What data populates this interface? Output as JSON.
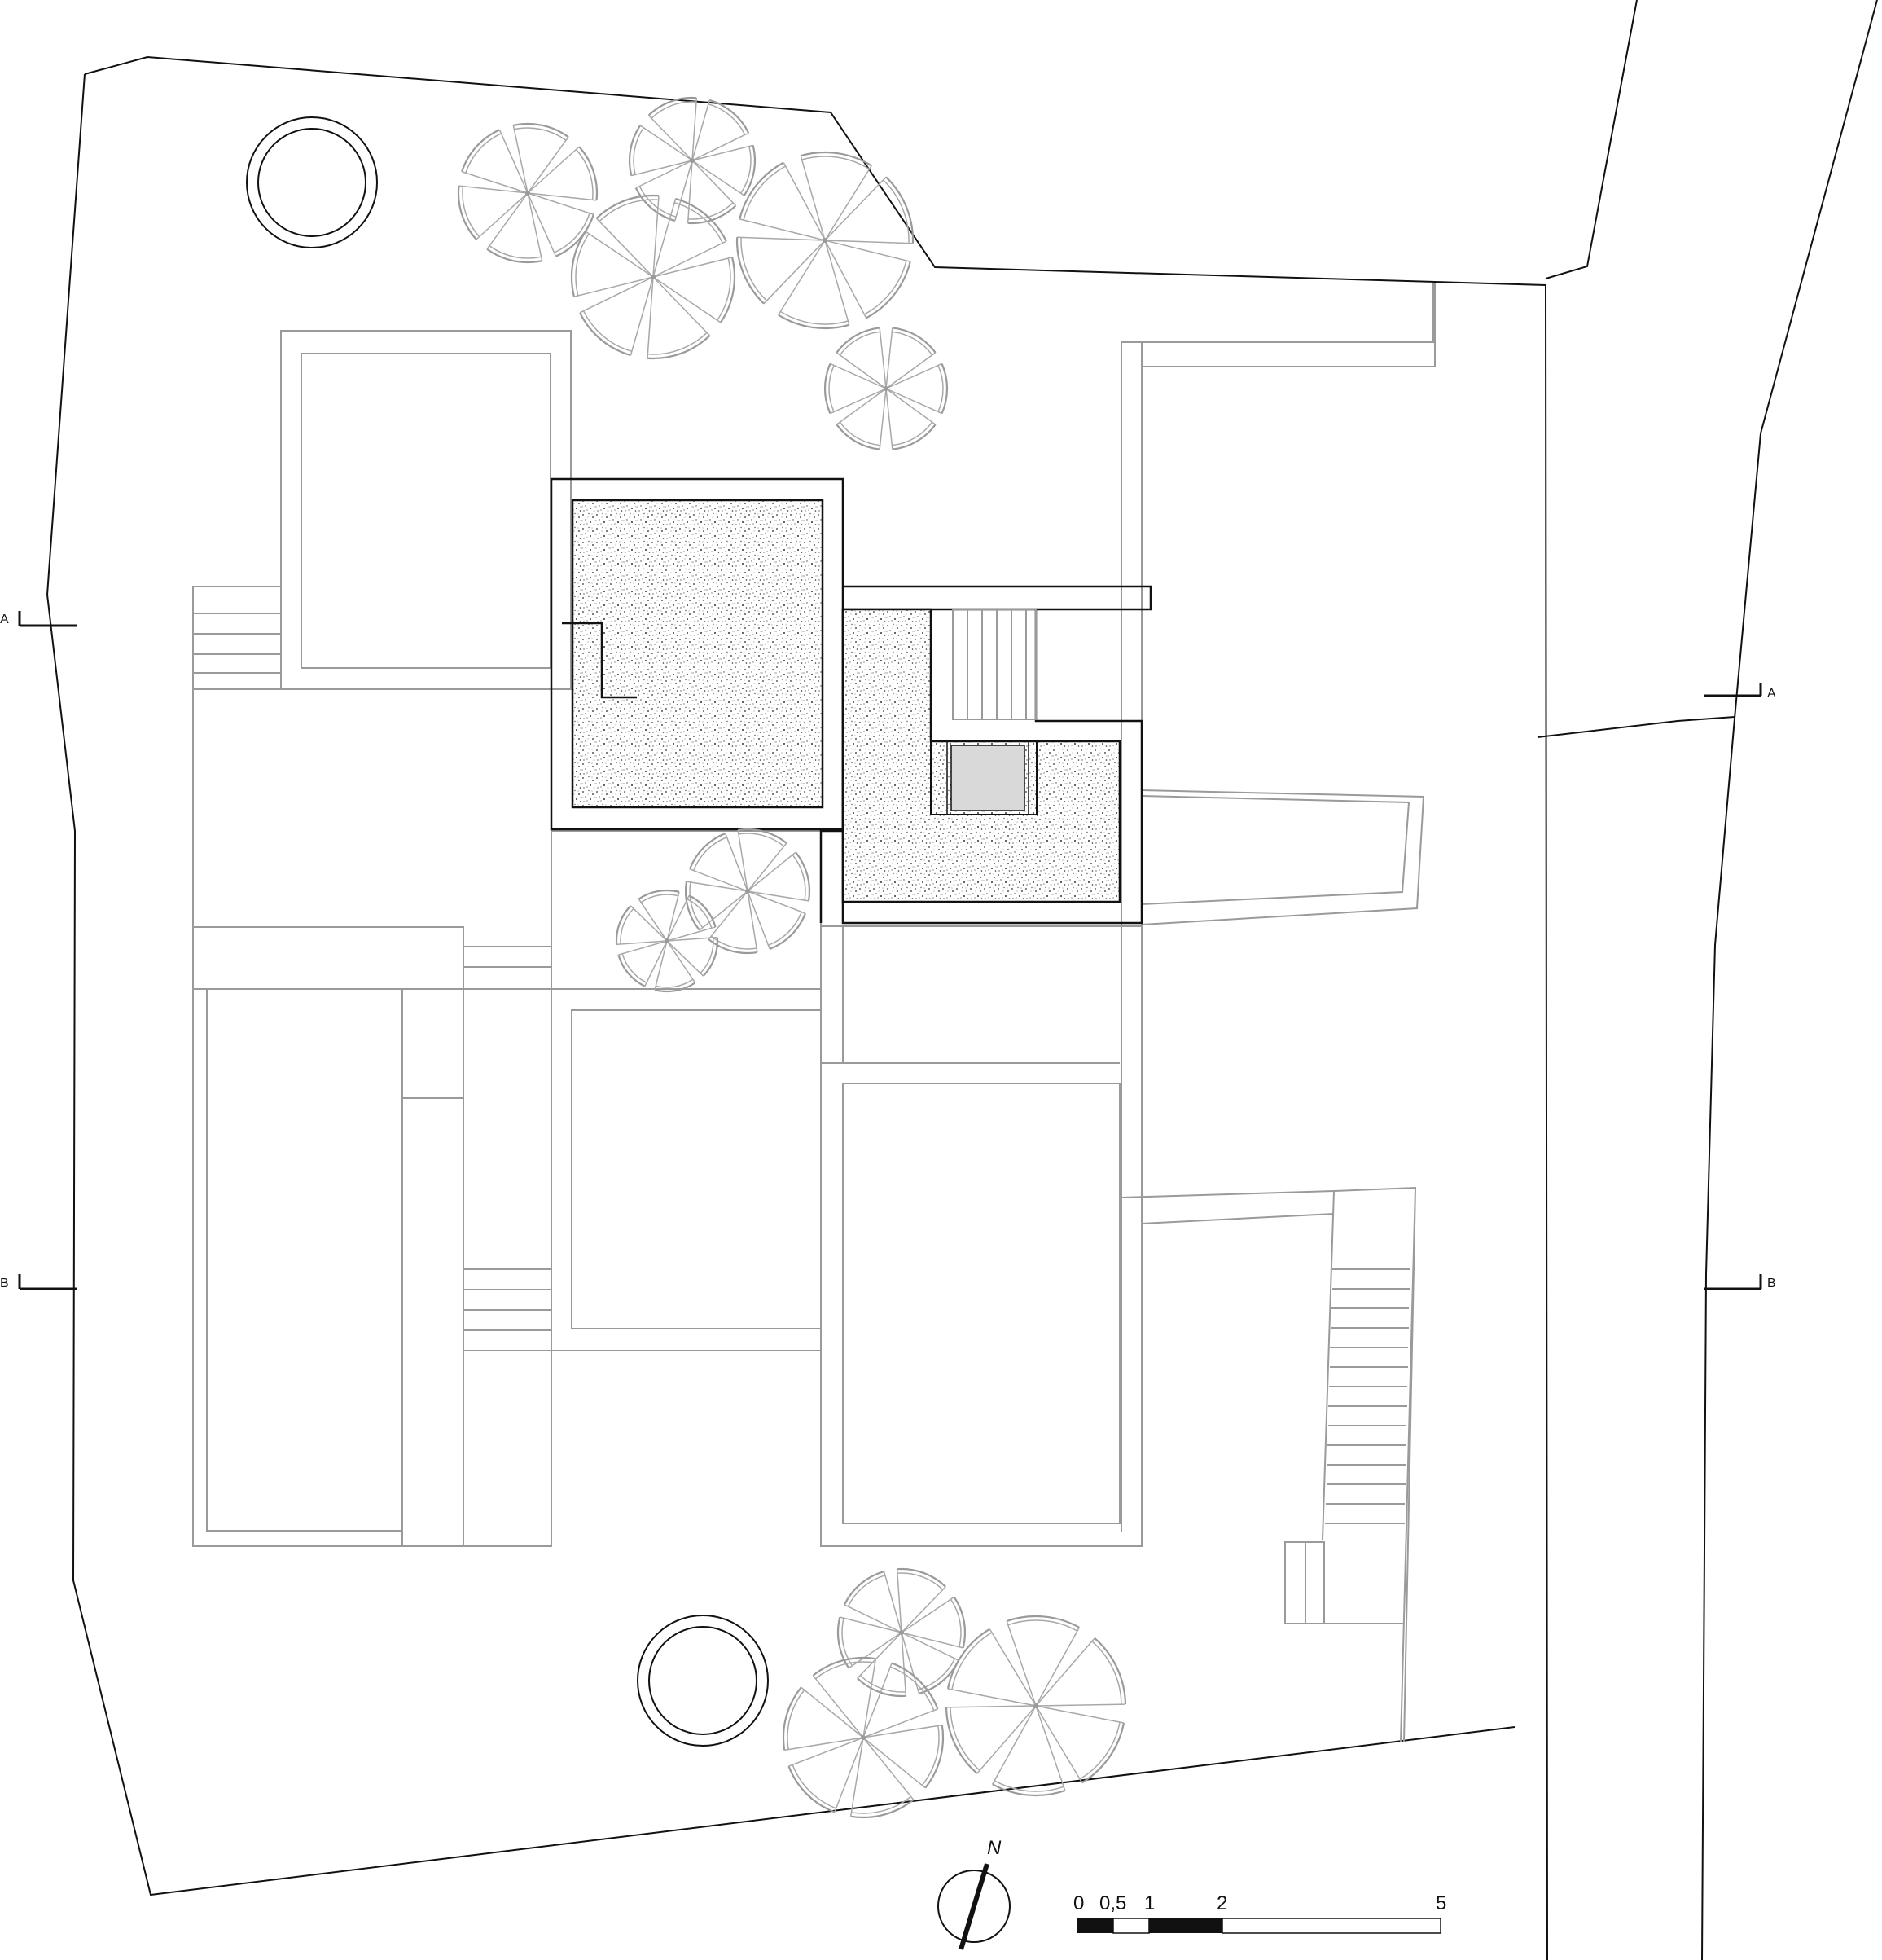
{
  "section_markers": {
    "a_left": "A",
    "a_right": "A",
    "b_left": "B",
    "b_right": "B"
  },
  "north_label": "N",
  "scale_bar": {
    "ticks": [
      "0",
      "0,5",
      "1",
      "2",
      "5"
    ]
  }
}
